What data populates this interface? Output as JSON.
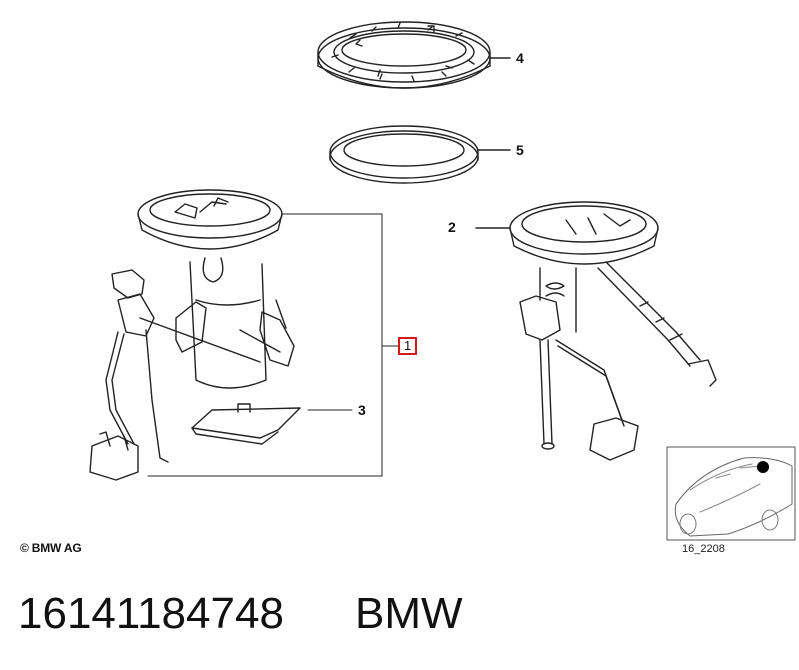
{
  "callouts": {
    "c1": "1",
    "c2": "2",
    "c3": "3",
    "c4": "4",
    "c5": "5"
  },
  "copyright": "© BMW AG",
  "reference_code": "16_2208",
  "footer": {
    "part_number": "16141184748",
    "brand": "BMW"
  },
  "colors": {
    "line": "#222222",
    "highlight_box": "#d21a1a"
  }
}
